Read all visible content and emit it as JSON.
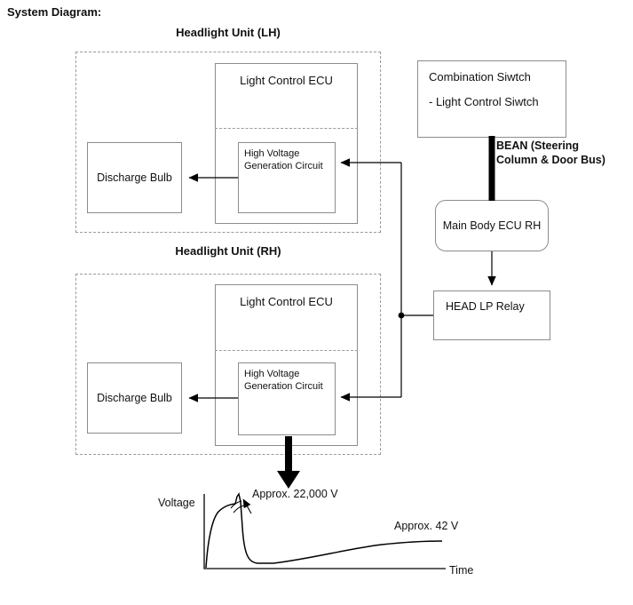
{
  "title": "System Diagram:",
  "lh_unit": {
    "label": "Headlight Unit (LH)",
    "ecu_label": "Light Control ECU",
    "hvgc_label": "High Voltage Generation Circuit",
    "bulb_label": "Discharge Bulb"
  },
  "rh_unit": {
    "label": "Headlight Unit (RH)",
    "ecu_label": "Light Control ECU",
    "hvgc_label": "High Voltage Generation Circuit",
    "bulb_label": "Discharge Bulb"
  },
  "combination_switch": {
    "line1": "Combination Siwtch",
    "line2": "- Light Control Siwtch"
  },
  "bean": {
    "line1": "BEAN (Steering",
    "line2": "Column & Door Bus)"
  },
  "main_body_ecu_label": "Main Body ECU RH",
  "head_lp_relay_label": "HEAD LP Relay",
  "graph": {
    "y_axis_label": "Voltage",
    "x_axis_label": "Time",
    "peak_label": "Approx. 22,000 V",
    "steady_label": "Approx. 42 V"
  },
  "chart_data": {
    "type": "line",
    "xlabel": "Time",
    "ylabel": "Voltage",
    "annotations": [
      "Approx. 22,000 V",
      "Approx. 42 V"
    ]
  }
}
